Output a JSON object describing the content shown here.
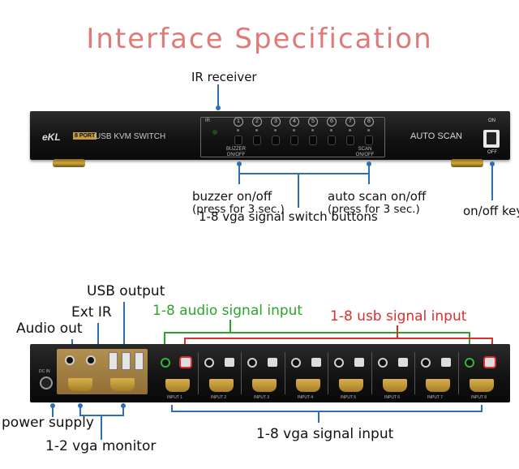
{
  "title": "Interface Specification",
  "front": {
    "brand_logo": "eKL",
    "port_badge": "8 PORT",
    "model": "USB KVM SWITCH",
    "ir_tag": "IR",
    "buttons": [
      "1",
      "2",
      "3",
      "4",
      "5",
      "6",
      "7",
      "8"
    ],
    "buzzer_tag": "BUZZER ON/OFF",
    "scan_tag": "SCAN ON/OFF",
    "auto_scan": "AUTO SCAN",
    "switch_on": "ON",
    "switch_off": "OFF"
  },
  "labels": {
    "ir_receiver": "IR receiver",
    "buzzer_line1": "buzzer on/off",
    "buzzer_line2": "(press for 3 sec.)",
    "autoscan_line1": "auto scan on/off",
    "autoscan_line2": "(press for 3 sec.)",
    "switch_buttons": "1-8 vga signal switch buttons",
    "onoff_key": "on/off key",
    "usb_output": "USB output",
    "ext_ir": "Ext IR",
    "audio_out": "Audio out",
    "audio_input": "1-8 audio signal input",
    "usb_input": "1-8 usb signal input",
    "power_supply": "power supply",
    "vga_monitor": "1-2 vga monitor",
    "vga_input": "1-8 vga signal input"
  },
  "back": {
    "dc_in": "DC IN",
    "input_tags": [
      "INPUT 1",
      "INPUT 2",
      "INPUT 3",
      "INPUT 4",
      "INPUT 5",
      "INPUT 6",
      "INPUT 7",
      "INPUT 8"
    ]
  },
  "colors": {
    "title": "#e07a78",
    "audio": "#2aa52a",
    "usb": "#d8302e",
    "leader": "#2f6fb5"
  }
}
